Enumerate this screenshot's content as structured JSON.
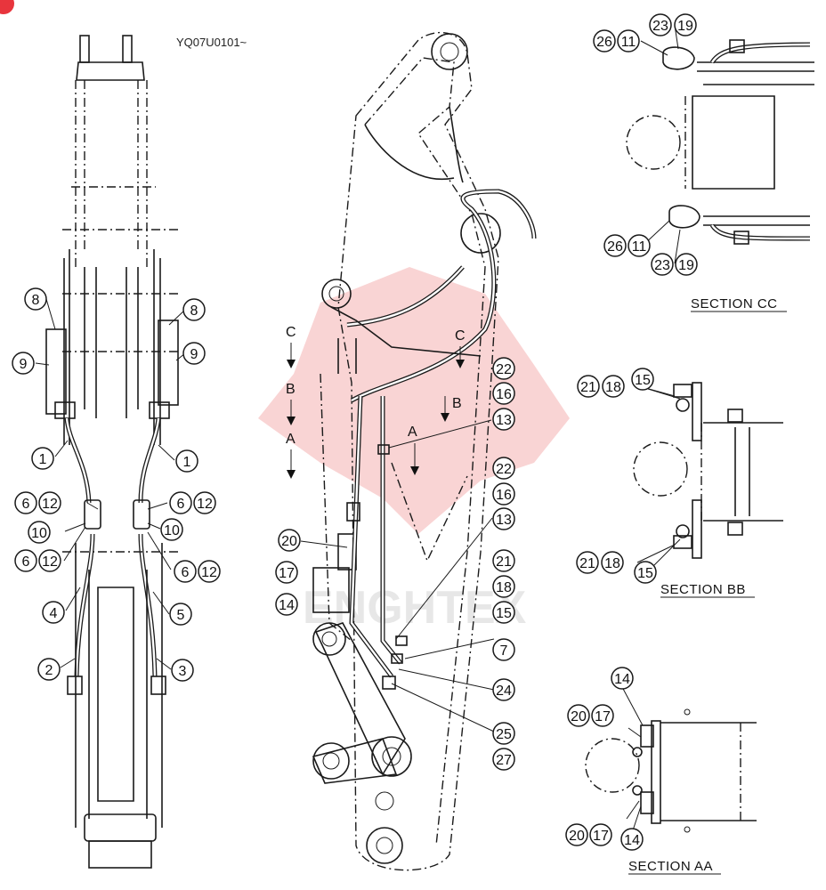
{
  "diagram": {
    "model_code": "YQ07U0101~",
    "watermark": "ENGHTEX",
    "sections": [
      {
        "id": "CC",
        "label": "SECTION  CC"
      },
      {
        "id": "BB",
        "label": "SECTION  BB"
      },
      {
        "id": "AA",
        "label": "SECTION  AA"
      }
    ],
    "section_markers": [
      "C",
      "B",
      "A",
      "C",
      "B",
      "A"
    ],
    "callouts": {
      "left_view": [
        "8",
        "9",
        "1",
        "6",
        "12",
        "10",
        "6",
        "12",
        "4",
        "2",
        "8",
        "9",
        "1",
        "6",
        "12",
        "10",
        "6",
        "12",
        "5",
        "3"
      ],
      "boom_view": [
        "20",
        "17",
        "14",
        "22",
        "16",
        "13",
        "22",
        "16",
        "13",
        "21",
        "18",
        "15",
        "7",
        "24",
        "25",
        "27"
      ],
      "section_cc": [
        "26",
        "11",
        "23",
        "19",
        "26",
        "11",
        "23",
        "19"
      ],
      "section_bb": [
        "21",
        "18",
        "15",
        "21",
        "18",
        "15"
      ],
      "section_aa": [
        "14",
        "20",
        "17",
        "20",
        "17",
        "14"
      ]
    }
  }
}
